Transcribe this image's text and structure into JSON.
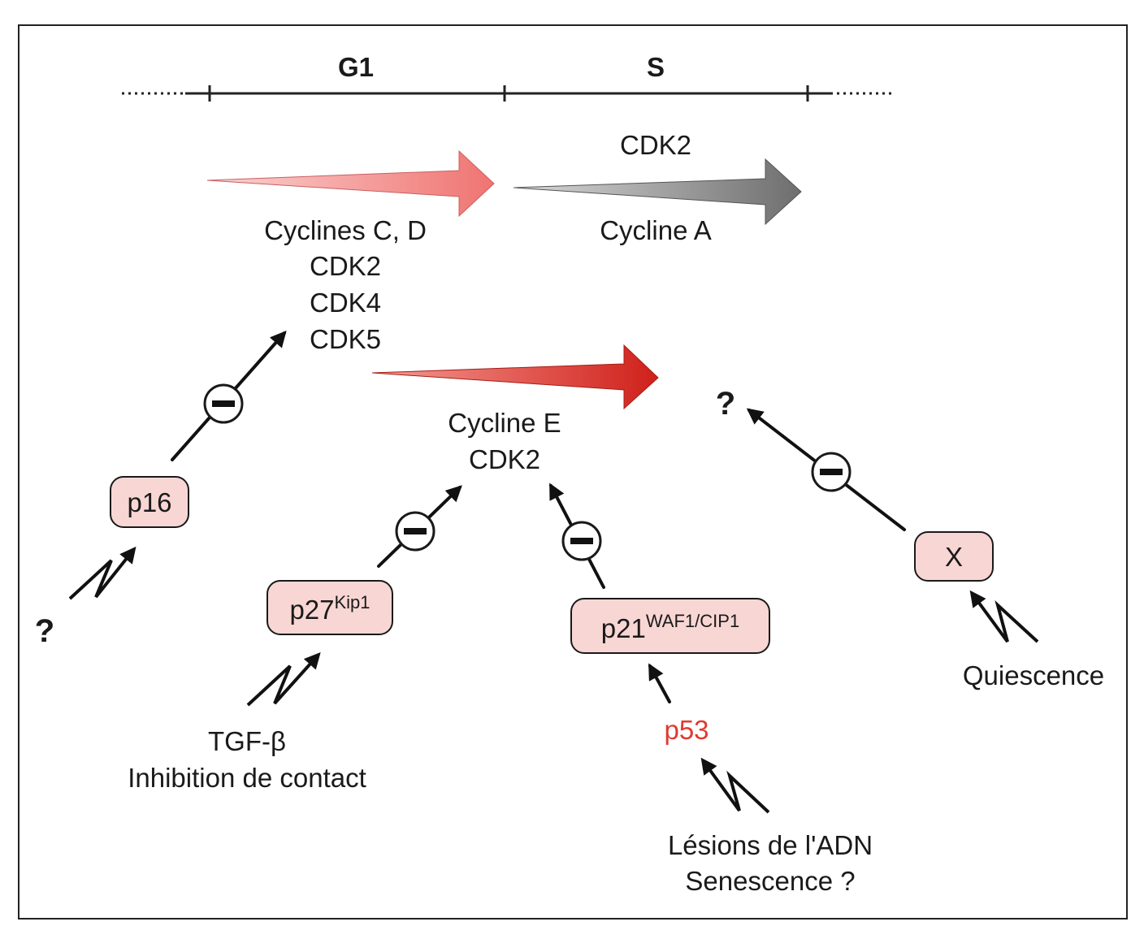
{
  "timeline": {
    "phase_g1": "G1",
    "phase_s": "S"
  },
  "arrows": {
    "cdk2_top": "CDK2",
    "cycline_a": "Cycline A",
    "cyclines_cd": "Cyclines C, D",
    "cdk2_mid": "CDK2",
    "cdk4": "CDK4",
    "cdk5": "CDK5",
    "cycline_e": "Cycline E",
    "cdk2_e": "CDK2"
  },
  "colors": {
    "arrow_g1": "#f07c7a",
    "arrow_s": "#7d7d7d",
    "arrow_e": "#d52b1e",
    "inhibitor_box": "#f8d6d4",
    "p53_text": "#e03a2e"
  },
  "inhibitors": {
    "p16": "p16",
    "p27_main": "p27",
    "p27_sup": "Kip1",
    "p21_main": "p21",
    "p21_sup": "WAF1/CIP1",
    "x": "X"
  },
  "signals": {
    "q_left": "?",
    "q_right": "?",
    "tgf": "TGF-β",
    "contact": "Inhibition de contact",
    "p53": "p53",
    "lesions": "Lésions de l'ADN",
    "senescence": "Senescence ?",
    "quiescence": "Quiescence"
  }
}
